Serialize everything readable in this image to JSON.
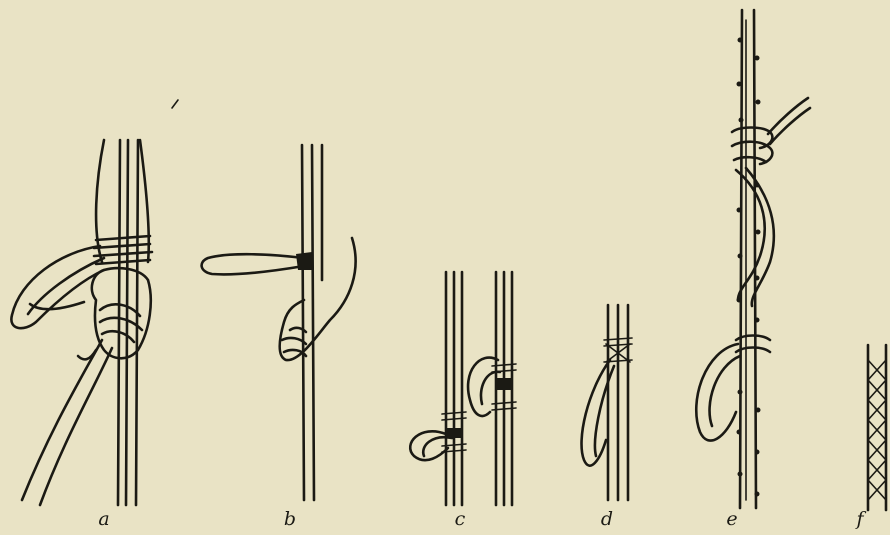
{
  "figures": [
    {
      "id": "a",
      "label": "a"
    },
    {
      "id": "b",
      "label": "b"
    },
    {
      "id": "c",
      "label": "c"
    },
    {
      "id": "d",
      "label": "d"
    },
    {
      "id": "e",
      "label": "e"
    },
    {
      "id": "f",
      "label": "f"
    }
  ]
}
